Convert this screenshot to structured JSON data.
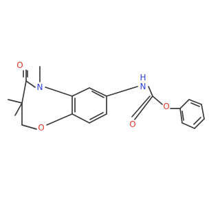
{
  "molecule": {
    "atom_colors": {
      "O": "#e8382a",
      "N": "#2c3fe0",
      "C": "#3a3a3a"
    },
    "labels": {
      "methyl_label": "",
      "carbonyl_oxygen": "O",
      "ring_nitrogen": "N",
      "carbamate_nitrogen": "N",
      "amide_hydrogen": "H",
      "carbamate_carbonyl_oxygen": "O",
      "ester_oxygen": "O",
      "ring_ether_oxygen": "O"
    }
  }
}
